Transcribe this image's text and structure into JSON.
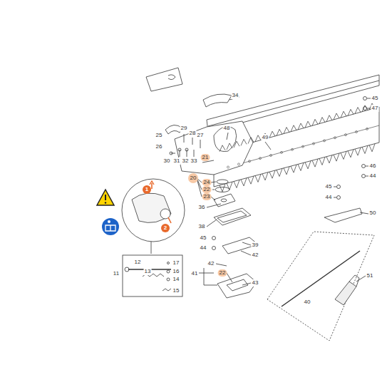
{
  "diagram": {
    "labels": [
      "34",
      "45",
      "47",
      "48",
      "49",
      "25",
      "29",
      "28",
      "27",
      "26",
      "30",
      "31",
      "32",
      "33",
      "21",
      "20",
      "24",
      "22",
      "23",
      "46",
      "44",
      "45",
      "44",
      "36",
      "38",
      "45",
      "44",
      "39",
      "42",
      "42",
      "41",
      "22",
      "43",
      "40",
      "50",
      "51",
      "12",
      "13",
      "11",
      "17",
      "16",
      "14",
      "15",
      "1",
      "2"
    ]
  }
}
